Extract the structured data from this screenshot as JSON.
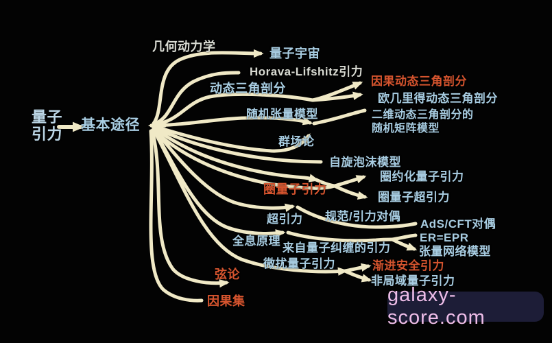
{
  "colors": {
    "background": "#030303",
    "line_cream": "#f0e9c6",
    "label_blue": "#a8cde2",
    "label_white": "#d8dad2",
    "label_orange": "#d5542e",
    "watermark_bg": "#1d1d37",
    "watermark_text": "#eebde8"
  },
  "labels": {
    "root": "量子\n引力",
    "hub": "基本途径",
    "geometrodynamics": "几何动力学",
    "quantum_cosmos": "量子宇宙",
    "horava_lifshitz": "Horava-Lifshitz引力",
    "dynamical_triangulation": "动态三角剖分",
    "causal_dynamical_triangulation": "因果动态三角剖分",
    "euclidean_dynamical_triangulation": "欧几里得动态三角剖分",
    "random_matrix_model": "二维动态三角剖分的\n随机矩阵模型",
    "random_tensor_model": "随机张量模型",
    "group_field_theory": "群场论",
    "spin_foam_model": "自旋泡沫模型",
    "loop_quantum_gravity": "圈量子引力",
    "loop_reduced_qg": "圈约化量子引力",
    "loop_quantum_supergravity": "圈量子超引力",
    "supergravity": "超引力",
    "gauge_gravity_duality": "规范/引力对偶",
    "ads_cft": "AdS/CFT对偶",
    "er_epr": "ER=EPR",
    "tensor_network_model": "张量网络模型",
    "holographic_principle": "全息原理",
    "gravity_from_entanglement": "来自量子纠缠的引力",
    "perturbative_qg": "微扰量子引力",
    "string_theory": "弦论",
    "asymptotic_safety": "渐进安全引力",
    "nonlocal_qg": "非局域量子引力",
    "causal_sets": "因果集",
    "watermark": "galaxy-score.com"
  }
}
